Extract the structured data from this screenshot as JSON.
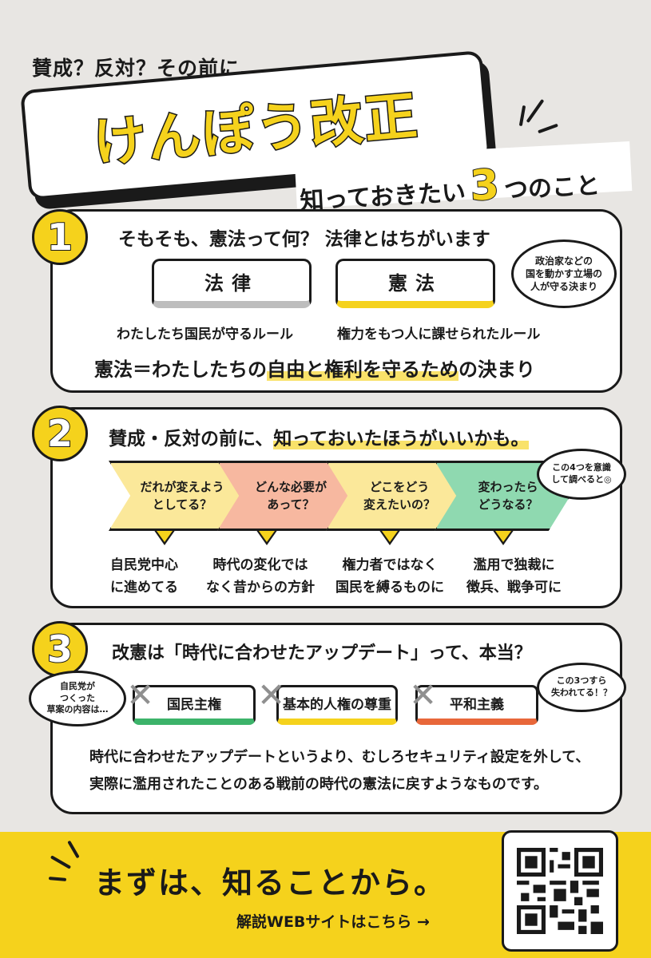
{
  "header": {
    "pre_title": "賛成？反対？その前に…",
    "title": "けんぽう改正",
    "subtitle_pre": "知っておきたい",
    "subtitle_num": "3",
    "subtitle_post": "つのこと"
  },
  "section1": {
    "number": "1",
    "heading": "そもそも、憲法って何？ 法律とはちがいます",
    "box_left": "法律",
    "box_right": "憲法",
    "caption_left": "わたしたち国民が守るルール",
    "caption_right": "権力をもつ人に課せられたルール",
    "bubble": [
      "政治家などの",
      "国を動かす立場の",
      "人が守る決まり"
    ],
    "summary_pre": "憲法＝わたしたちの",
    "summary_hl": "自由と権利を守るため",
    "summary_post": "の決まり"
  },
  "section2": {
    "number": "2",
    "heading_pre": "賛成・反対の前に、",
    "heading_hl": "知っておいたほうがいいかも。",
    "steps": [
      {
        "q1": "だれが変えよう",
        "q2": "としてる？",
        "color": "#fbe89a",
        "a1": "自民党中心",
        "a2": "に進めてる"
      },
      {
        "q1": "どんな必要が",
        "q2": "あって？",
        "color": "#f7b8a0",
        "a1": "時代の変化では",
        "a2": "なく昔からの方針"
      },
      {
        "q1": "どこをどう",
        "q2": "変えたいの？",
        "color": "#fbe89a",
        "a1": "権力者ではなく",
        "a2": "国民を縛るものに"
      },
      {
        "q1": "変わったら",
        "q2": "どうなる？",
        "color": "#8fd9b0",
        "a1": "濫用で独裁に",
        "a2": "徴兵、戦争可に"
      }
    ],
    "bubble": [
      "この4つを意識",
      "して調べると◎"
    ]
  },
  "section3": {
    "number": "3",
    "heading": "改憲は「時代に合わせたアップデート」って、本当？",
    "tags": [
      {
        "label": "国民主権",
        "color": "#3cb36a"
      },
      {
        "label": "基本的人権の尊重",
        "color": "#f5d21c"
      },
      {
        "label": "平和主義",
        "color": "#e8673a"
      }
    ],
    "left_bubble": [
      "自民党が",
      "つくった",
      "草案の内容は…"
    ],
    "right_bubble": [
      "この3つすら",
      "失われてる！？"
    ],
    "line1": "時代に合わせたアップデートというより、むしろセキュリティ設定を外して、",
    "line2": "実際に濫用されたことのある戦前の時代の憲法に戻すようなものです。"
  },
  "footer": {
    "main": "まずは、知ることから。",
    "link": "解説WEBサイトはこちら →"
  }
}
